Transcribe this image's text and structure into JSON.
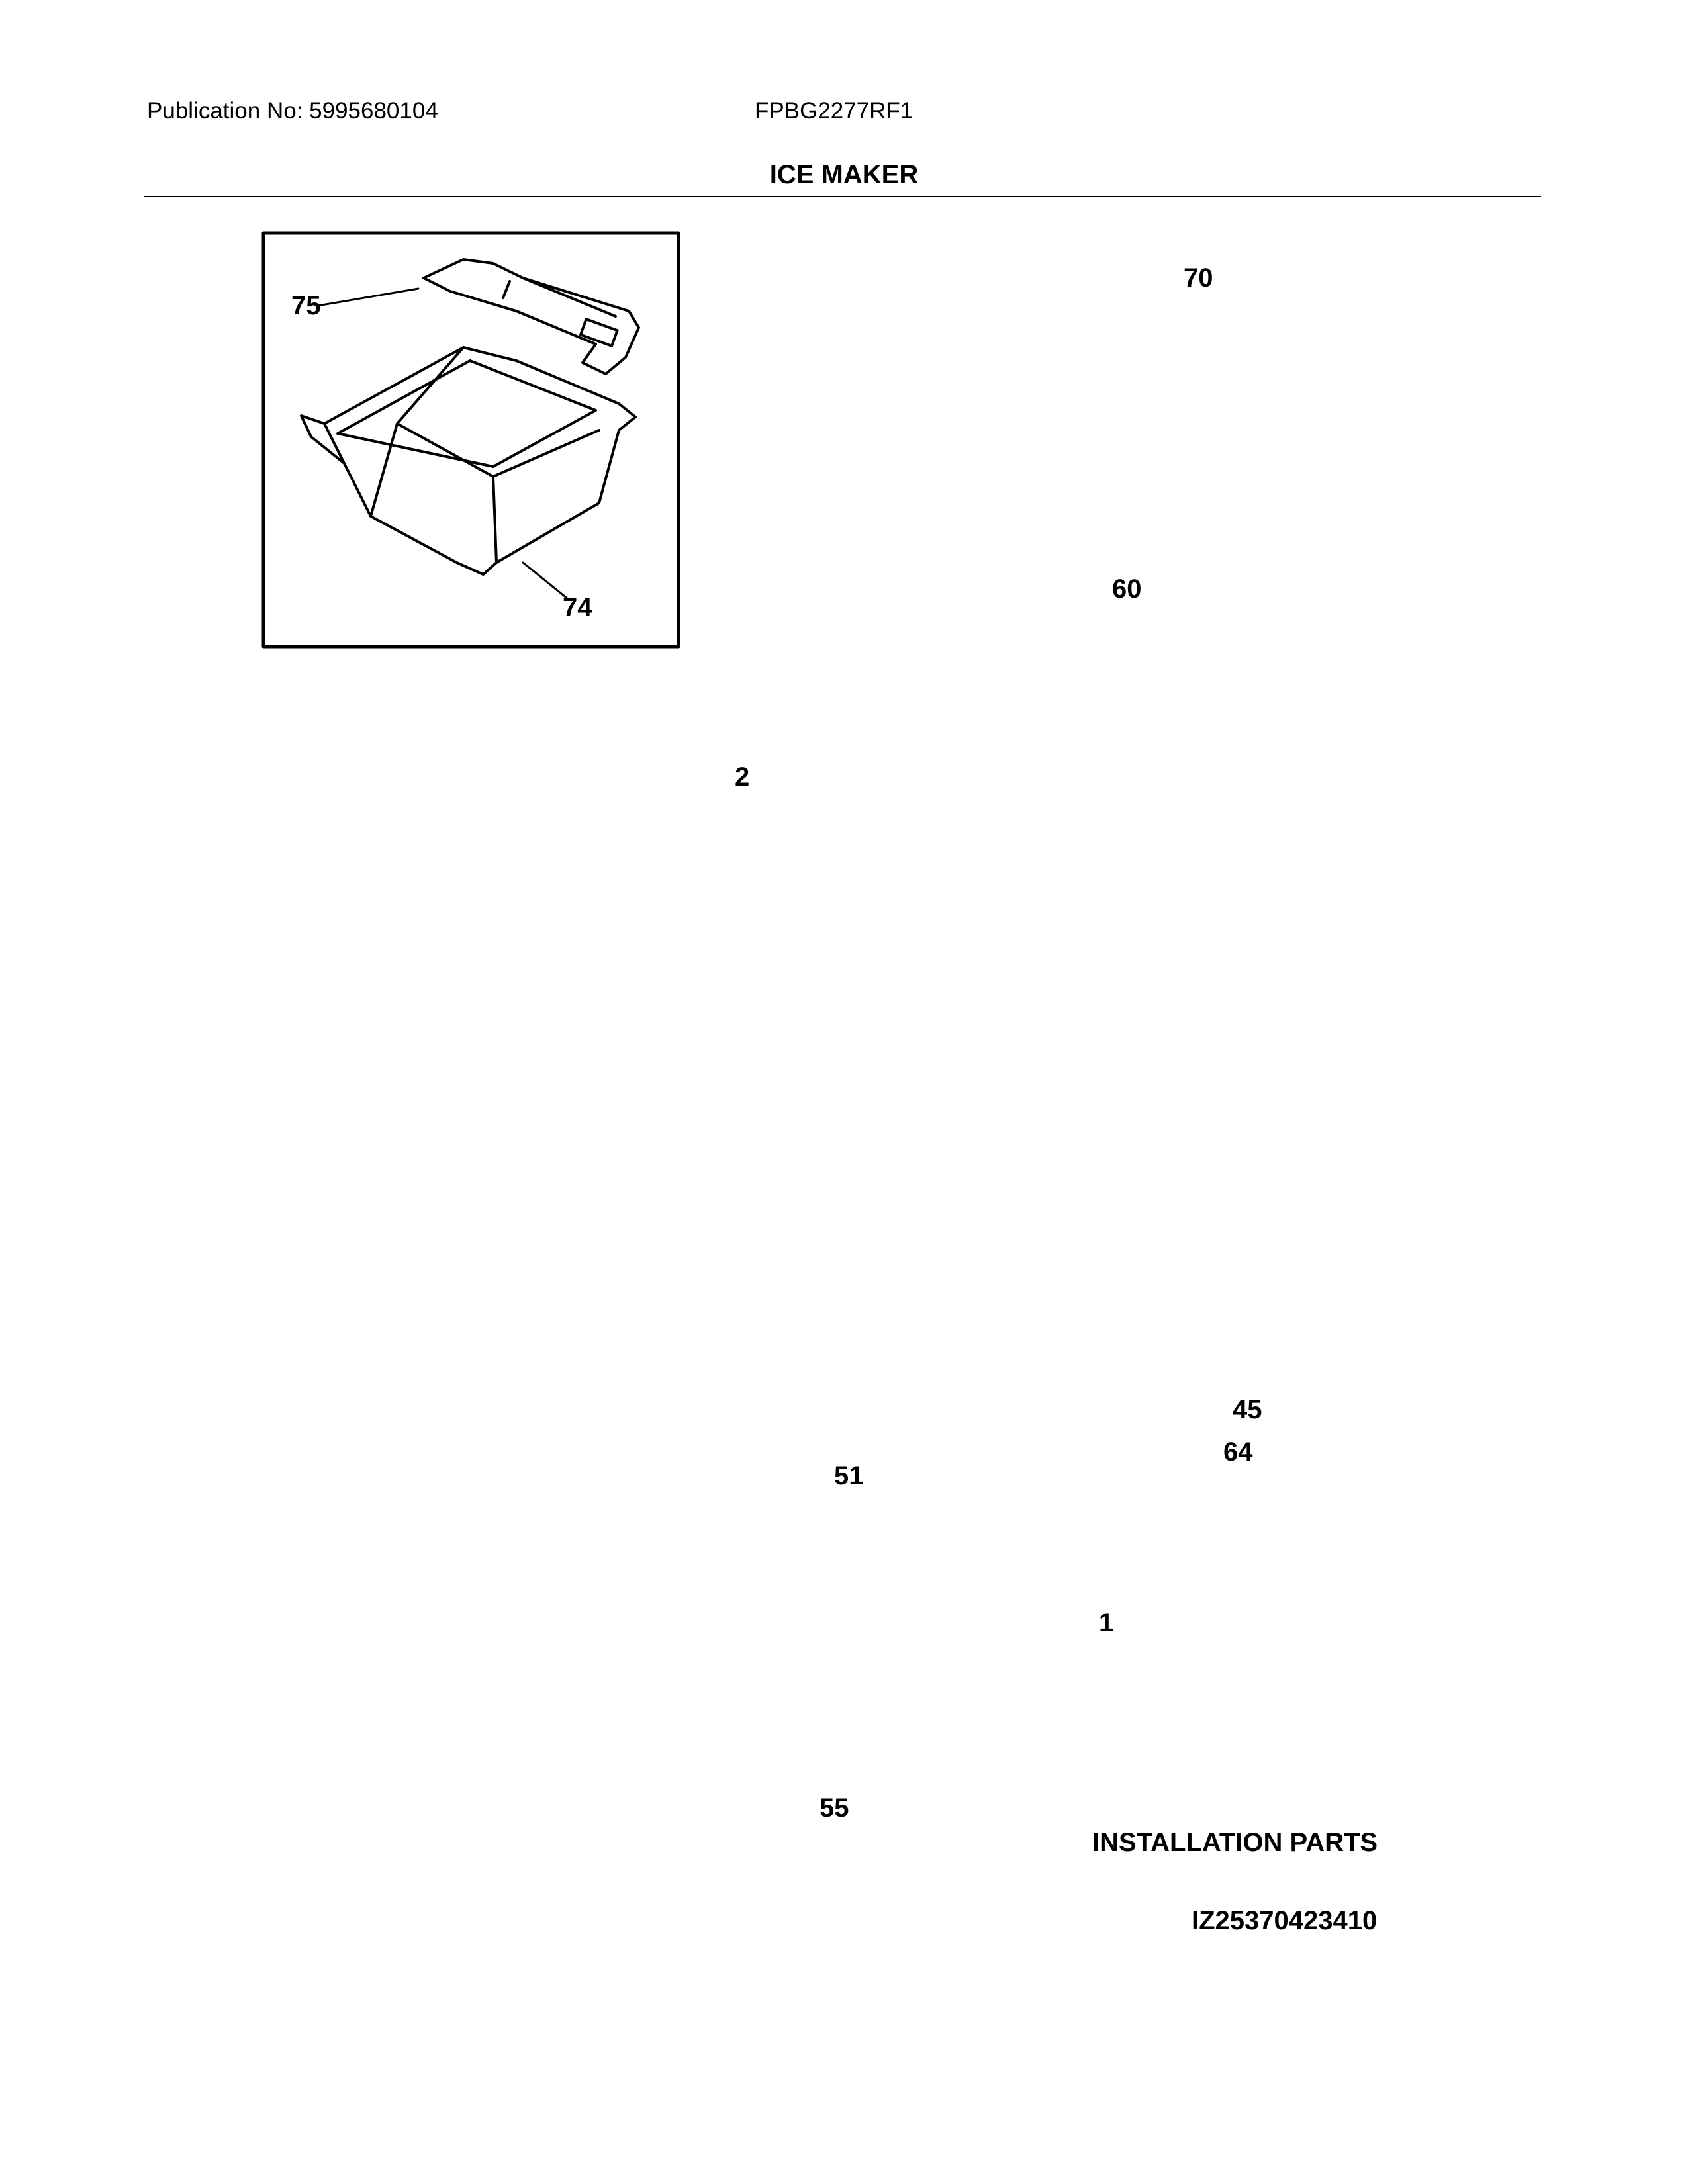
{
  "header": {
    "publication": "Publication No: 5995680104",
    "model": "FPBG2277RF1",
    "title": "ICE MAKER"
  },
  "callouts": {
    "c75": "75",
    "c74": "74",
    "c70": "70",
    "c60": "60",
    "c2": "2",
    "c45": "45",
    "c64": "64",
    "c51": "51",
    "c1": "1",
    "c55": "55"
  },
  "installation_title": "INSTALLATION PARTS",
  "diagram_id": "IZ25370423410"
}
